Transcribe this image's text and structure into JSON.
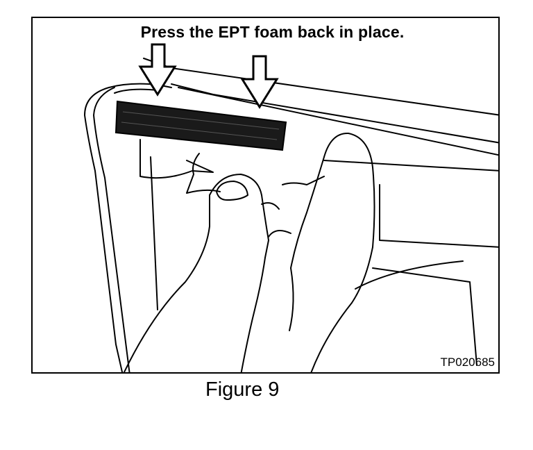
{
  "figure": {
    "instruction": "Press the EPT foam back in place.",
    "code": "TP020685",
    "caption": "Figure 9"
  },
  "colors": {
    "ink": "#000000",
    "paper": "#ffffff",
    "foam": "#1a1a1a"
  }
}
